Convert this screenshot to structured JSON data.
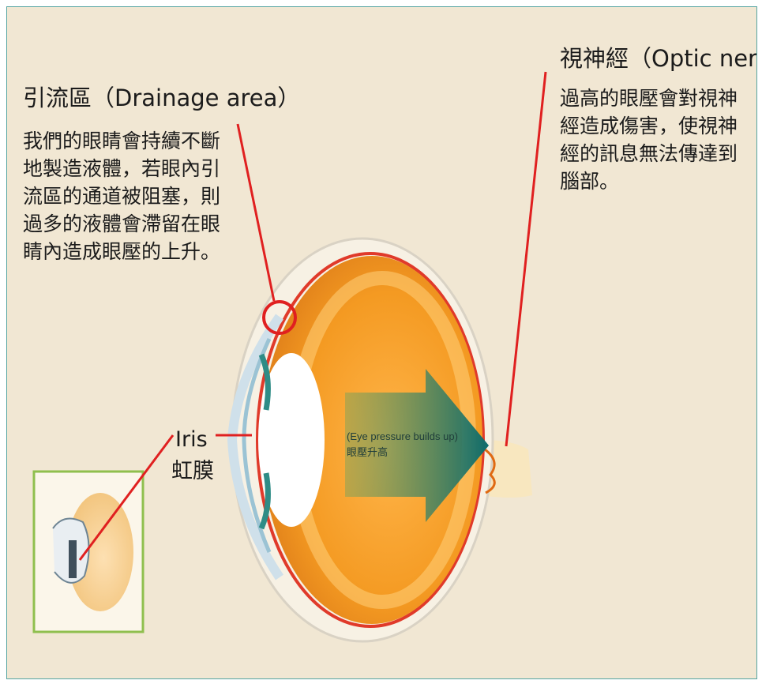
{
  "drainage": {
    "title": "引流區（Drainage area）",
    "body": "我們的眼睛會持續不斷地製造液體，若眼內引流區的通道被阻塞，則過多的液體會滯留在眼睛內造成眼壓的上升。"
  },
  "optic": {
    "title": "視神經（Optic nerve）",
    "body": "過高的眼壓會對視神經造成傷害，使視神經的訊息無法傳達到腦部。"
  },
  "iris": {
    "en": "Iris",
    "zh": "虹膜"
  },
  "arrow": {
    "en": "(Eye pressure builds up)",
    "zh": "眼壓升高"
  },
  "colors": {
    "background": "#f1e7d3",
    "leader_line": "#e02020",
    "frame_border": "#53a3a0",
    "inset_border": "#8fbf4e"
  }
}
